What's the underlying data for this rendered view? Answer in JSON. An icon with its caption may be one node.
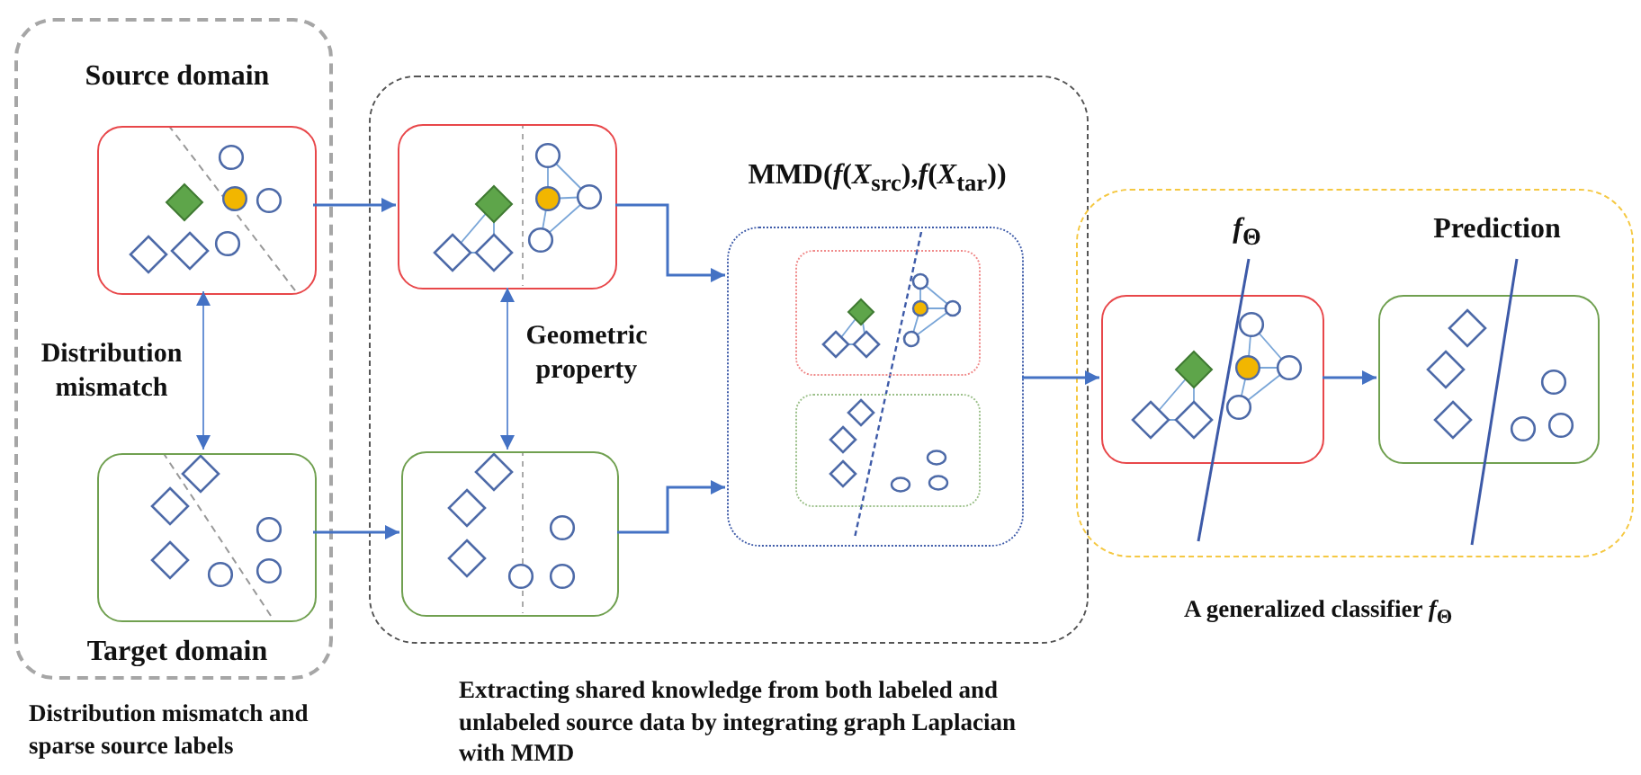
{
  "diagram": {
    "nodes": [
      {
        "text": [
          "Source domain",
          "Target domain"
        ]
      },
      {
        "text": [],
        "shape": "box",
        "in": 0
      },
      {
        "text": [],
        "shape": "box",
        "in": 0
      },
      {
        "text": [],
        "shape": "box"
      },
      {
        "text": [],
        "shape": "box",
        "in": 3
      },
      {
        "text": [],
        "shape": "box",
        "in": 3
      },
      {
        "text": [
          "MMD(*f*(*X*$_{src}$),*f*(*X*$_{tar}$))"
        ],
        "in": 3
      },
      {
        "text": [],
        "shape": "box",
        "in": 6
      },
      {
        "text": [],
        "shape": "box",
        "in": 6
      },
      {
        "text": [],
        "shape": "box"
      },
      {
        "text": [
          "*f*$_{Θ}$"
        ],
        "in": 9
      },
      {
        "text": [
          "Prediction"
        ],
        "in": 9
      }
    ],
    "edges": [
      {
        "from": 1,
        "to": 2,
        "arrow": "both",
        "label": "Distribution mismatch"
      },
      {
        "from": 1,
        "to": 4,
        "arrow": "to"
      },
      {
        "from": 2,
        "to": 5,
        "arrow": "to"
      },
      {
        "from": 4,
        "to": 5,
        "arrow": "both",
        "label": "Geometric property"
      },
      {
        "from": 4,
        "to": 6,
        "arrow": "to"
      },
      {
        "from": 5,
        "to": 6,
        "arrow": "to"
      },
      {
        "from": 6,
        "to": 10,
        "arrow": "to"
      },
      {
        "from": 10,
        "to": 11,
        "arrow": "to"
      }
    ],
    "labels": [
      "Distribution mismatch and sparse source labels",
      "Extracting shared knowledge from both labeled and unlabeled source data by integrating graph Laplacian with MMD",
      "A generalized classifier *f*$_{Θ}$"
    ]
  }
}
